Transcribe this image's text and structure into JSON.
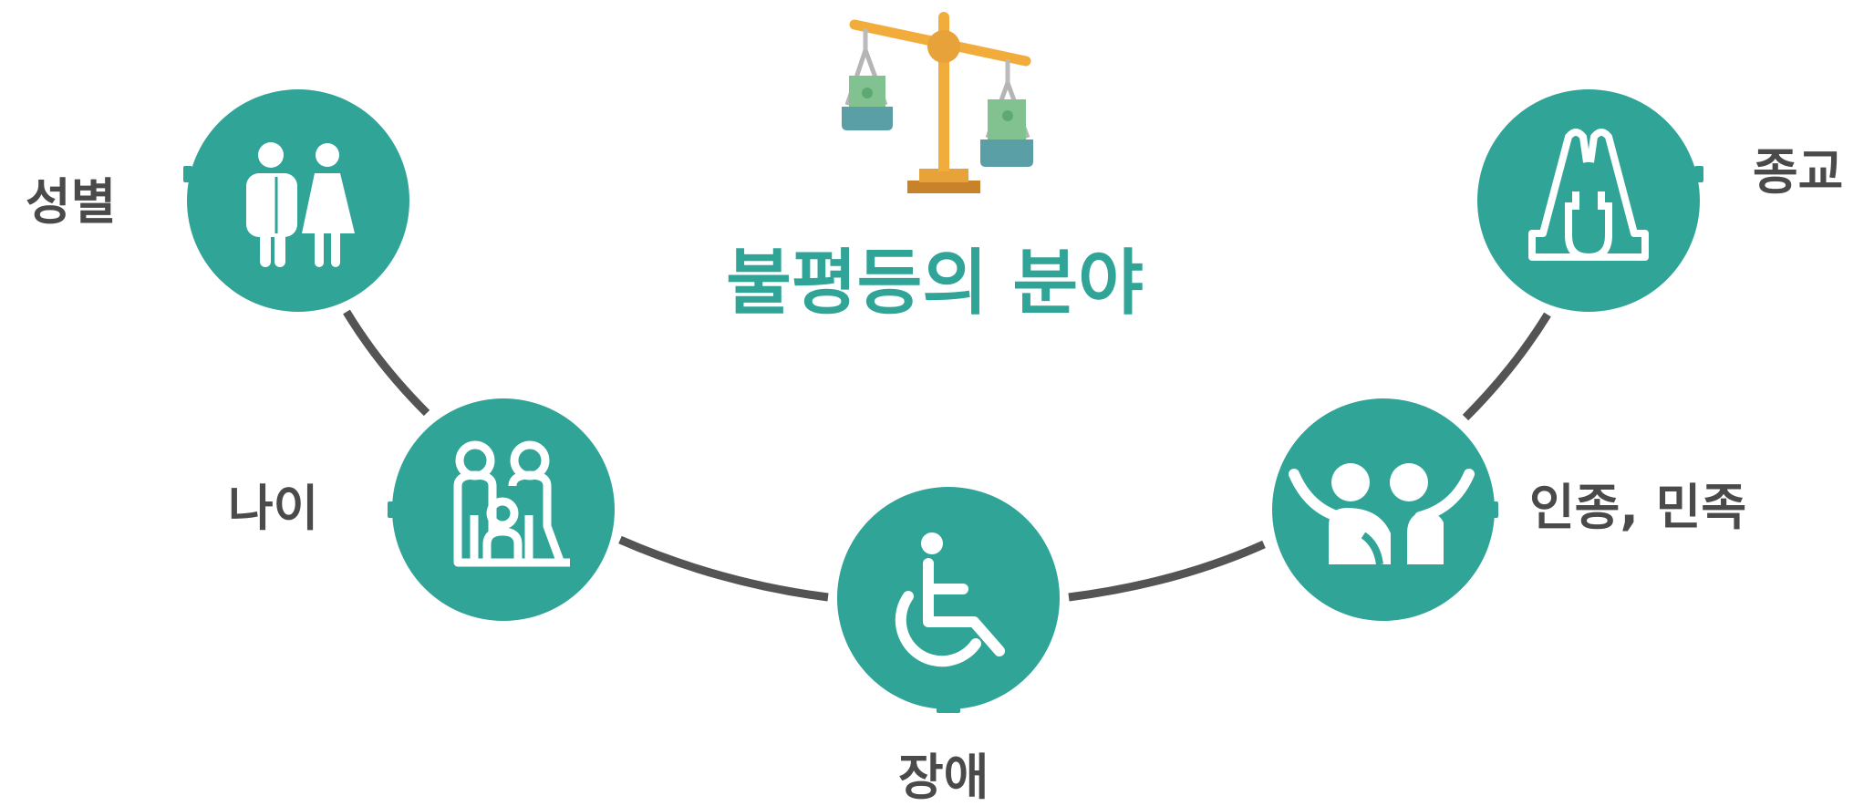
{
  "title": "불평등의 분야",
  "colors": {
    "accent": "#31a498",
    "line": "#545454",
    "label": "#4a4a4a",
    "gold": "#f2ac3b"
  },
  "nodes": [
    {
      "key": "gender",
      "label": "성별",
      "icon": "male-female-icon"
    },
    {
      "key": "age",
      "label": "나이",
      "icon": "family-icon"
    },
    {
      "key": "disability",
      "label": "장애",
      "icon": "wheelchair-icon"
    },
    {
      "key": "race",
      "label": "인종, 민족",
      "icon": "two-people-icon"
    },
    {
      "key": "religion",
      "label": "종교",
      "icon": "praying-hands-icon"
    }
  ],
  "header_icon": "balance-scale-icon"
}
